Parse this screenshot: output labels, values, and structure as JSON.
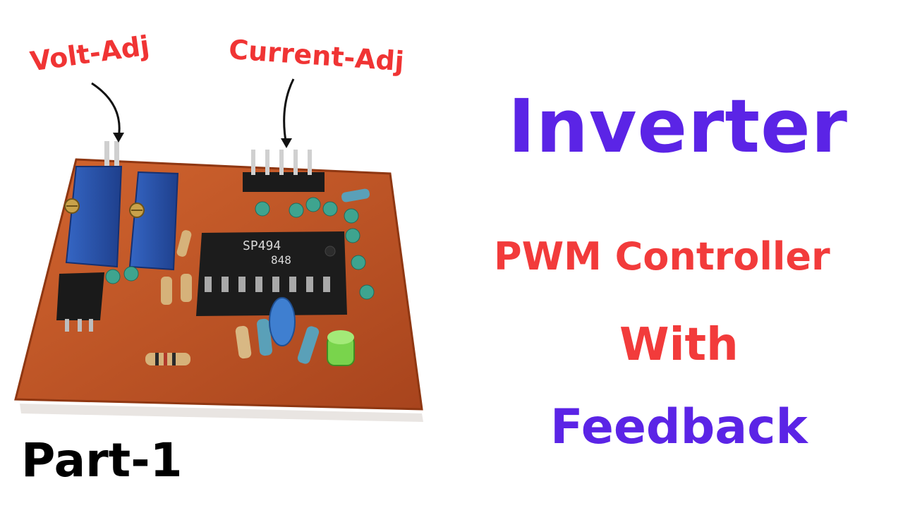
{
  "photo": {
    "description_icon": "pcb-board-photo",
    "chip_marking_line1": "SP494",
    "chip_marking_line2": "848"
  },
  "callouts": {
    "volt_adj": "Volt-Adj",
    "current_adj": "Current-Adj"
  },
  "titles": {
    "inverter": "Inverter",
    "pwm_controller": "PWM Controller",
    "with": "With",
    "feedback": "Feedback"
  },
  "part_label": "Part-1",
  "colors": {
    "purple": "#5b24e6",
    "red": "#f23b3b",
    "board": "#c4572b"
  }
}
